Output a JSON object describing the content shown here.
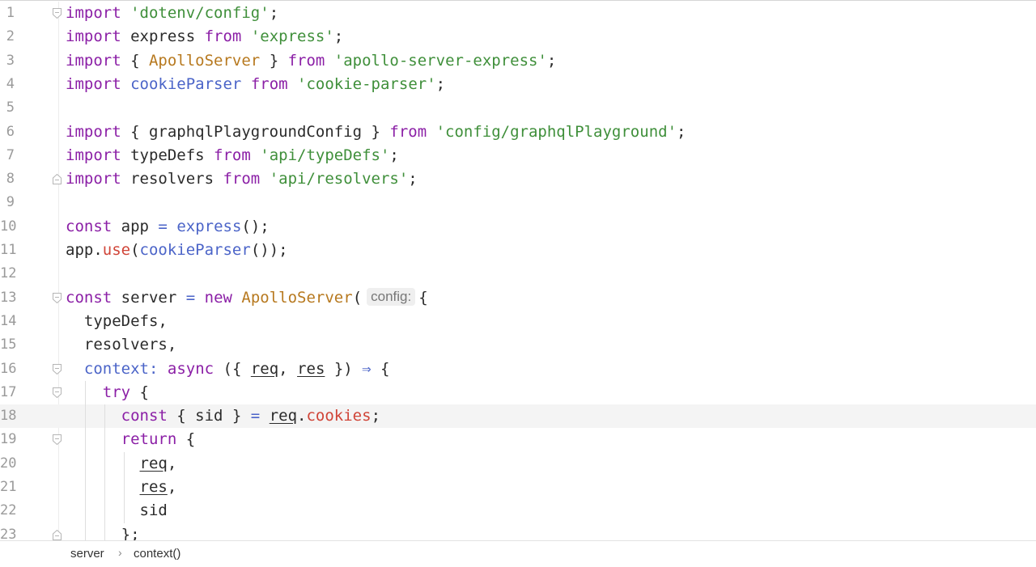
{
  "editor": {
    "current_line": 18,
    "param_hint": "config:",
    "lines": [
      {
        "n": "1",
        "tokens": [
          [
            "kw",
            "import"
          ],
          [
            "t",
            " "
          ],
          [
            "str",
            "'dotenv/config'"
          ],
          [
            "t",
            ";"
          ]
        ]
      },
      {
        "n": "2",
        "tokens": [
          [
            "kw",
            "import"
          ],
          [
            "t",
            " express "
          ],
          [
            "kw",
            "from"
          ],
          [
            "t",
            " "
          ],
          [
            "str",
            "'express'"
          ],
          [
            "t",
            ";"
          ]
        ]
      },
      {
        "n": "3",
        "tokens": [
          [
            "kw",
            "import"
          ],
          [
            "t",
            " { "
          ],
          [
            "cls",
            "ApolloServer"
          ],
          [
            "t",
            " } "
          ],
          [
            "kw",
            "from"
          ],
          [
            "t",
            " "
          ],
          [
            "str",
            "'apollo-server-express'"
          ],
          [
            "t",
            ";"
          ]
        ]
      },
      {
        "n": "4",
        "tokens": [
          [
            "kw",
            "import"
          ],
          [
            "t",
            " "
          ],
          [
            "fn",
            "cookieParser"
          ],
          [
            "t",
            " "
          ],
          [
            "kw",
            "from"
          ],
          [
            "t",
            " "
          ],
          [
            "str",
            "'cookie-parser'"
          ],
          [
            "t",
            ";"
          ]
        ]
      },
      {
        "n": "5",
        "tokens": []
      },
      {
        "n": "6",
        "tokens": [
          [
            "kw",
            "import"
          ],
          [
            "t",
            " { graphqlPlaygroundConfig } "
          ],
          [
            "kw",
            "from"
          ],
          [
            "t",
            " "
          ],
          [
            "str",
            "'config/graphqlPlayground'"
          ],
          [
            "t",
            ";"
          ]
        ]
      },
      {
        "n": "7",
        "tokens": [
          [
            "kw",
            "import"
          ],
          [
            "t",
            " typeDefs "
          ],
          [
            "kw",
            "from"
          ],
          [
            "t",
            " "
          ],
          [
            "str",
            "'api/typeDefs'"
          ],
          [
            "t",
            ";"
          ]
        ]
      },
      {
        "n": "8",
        "tokens": [
          [
            "kw",
            "import"
          ],
          [
            "t",
            " resolvers "
          ],
          [
            "kw",
            "from"
          ],
          [
            "t",
            " "
          ],
          [
            "str",
            "'api/resolvers'"
          ],
          [
            "t",
            ";"
          ]
        ]
      },
      {
        "n": "9",
        "tokens": []
      },
      {
        "n": "10",
        "tokens": [
          [
            "kw",
            "const"
          ],
          [
            "t",
            " app "
          ],
          [
            "op",
            "="
          ],
          [
            "t",
            " "
          ],
          [
            "fn",
            "express"
          ],
          [
            "t",
            "();"
          ]
        ]
      },
      {
        "n": "11",
        "tokens": [
          [
            "t",
            "app."
          ],
          [
            "prop",
            "use"
          ],
          [
            "t",
            "("
          ],
          [
            "fn",
            "cookieParser"
          ],
          [
            "t",
            "());"
          ]
        ]
      },
      {
        "n": "12",
        "tokens": []
      },
      {
        "n": "13",
        "tokens": [
          [
            "kw",
            "const"
          ],
          [
            "t",
            " server "
          ],
          [
            "op",
            "="
          ],
          [
            "t",
            " "
          ],
          [
            "kw",
            "new"
          ],
          [
            "t",
            " "
          ],
          [
            "cls",
            "ApolloServer"
          ],
          [
            "t",
            "("
          ],
          [
            "hint",
            "config:"
          ],
          [
            "t",
            "{"
          ]
        ]
      },
      {
        "n": "14",
        "tokens": [
          [
            "t",
            "  typeDefs,"
          ]
        ]
      },
      {
        "n": "15",
        "tokens": [
          [
            "t",
            "  resolvers,"
          ]
        ]
      },
      {
        "n": "16",
        "tokens": [
          [
            "t",
            "  "
          ],
          [
            "fn",
            "context"
          ],
          [
            "fn",
            ":"
          ],
          [
            "t",
            " "
          ],
          [
            "kw",
            "async"
          ],
          [
            "t",
            " ({ "
          ],
          [
            "u",
            "req"
          ],
          [
            "t",
            ", "
          ],
          [
            "u",
            "res"
          ],
          [
            "t",
            " }) "
          ],
          [
            "op",
            "⇒"
          ],
          [
            "t",
            " {"
          ]
        ]
      },
      {
        "n": "17",
        "tokens": [
          [
            "t",
            "    "
          ],
          [
            "kw",
            "try"
          ],
          [
            "t",
            " {"
          ]
        ]
      },
      {
        "n": "18",
        "tokens": [
          [
            "t",
            "      "
          ],
          [
            "kw",
            "const"
          ],
          [
            "t",
            " { sid } "
          ],
          [
            "op",
            "="
          ],
          [
            "t",
            " "
          ],
          [
            "u",
            "req"
          ],
          [
            "t",
            "."
          ],
          [
            "prop",
            "cookies"
          ],
          [
            "t",
            ";"
          ]
        ]
      },
      {
        "n": "19",
        "tokens": [
          [
            "t",
            "      "
          ],
          [
            "kw",
            "return"
          ],
          [
            "t",
            " {"
          ]
        ]
      },
      {
        "n": "20",
        "tokens": [
          [
            "t",
            "        "
          ],
          [
            "u",
            "req"
          ],
          [
            "t",
            ","
          ]
        ]
      },
      {
        "n": "21",
        "tokens": [
          [
            "t",
            "        "
          ],
          [
            "u",
            "res"
          ],
          [
            "t",
            ","
          ]
        ]
      },
      {
        "n": "22",
        "tokens": [
          [
            "t",
            "        sid"
          ]
        ]
      },
      {
        "n": "23",
        "tokens": [
          [
            "t",
            "      };"
          ]
        ]
      }
    ]
  },
  "breadcrumb": {
    "items": [
      "server",
      "context()"
    ],
    "separator": "›"
  }
}
